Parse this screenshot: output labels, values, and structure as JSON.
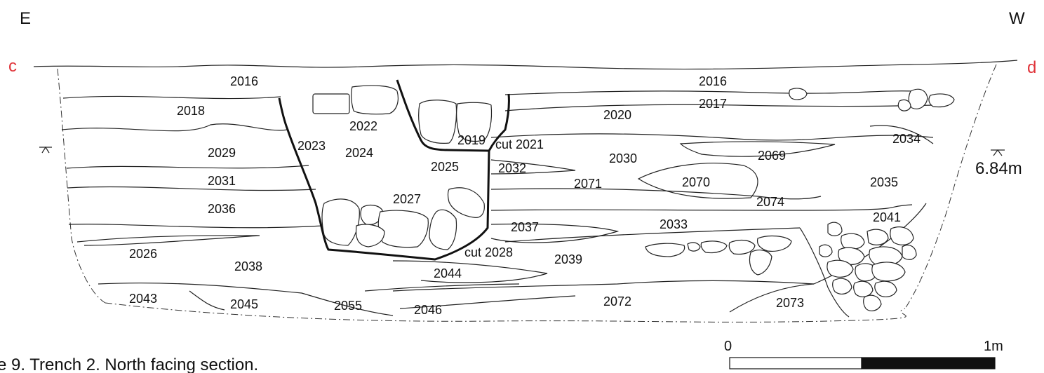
{
  "orientation": {
    "left": "E",
    "right": "W"
  },
  "section_points": {
    "left": "c",
    "right": "d"
  },
  "level": "6.84m",
  "caption": "e 9. Trench 2. North facing section.",
  "scale_bar": {
    "start": "0",
    "end": "1m"
  },
  "contexts": {
    "c2016a": "2016",
    "c2016b": "2016",
    "c2017": "2017",
    "c2018": "2018",
    "c2019": "2019",
    "c2020": "2020",
    "c2021": "cut 2021",
    "c2022": "2022",
    "c2023": "2023",
    "c2024": "2024",
    "c2025": "2025",
    "c2026": "2026",
    "c2027": "2027",
    "c2028": "cut 2028",
    "c2029": "2029",
    "c2030": "2030",
    "c2031": "2031",
    "c2032": "2032",
    "c2033": "2033",
    "c2034": "2034",
    "c2035": "2035",
    "c2036": "2036",
    "c2037": "2037",
    "c2038": "2038",
    "c2039": "2039",
    "c2041": "2041",
    "c2043": "2043",
    "c2044": "2044",
    "c2045": "2045",
    "c2046": "2046",
    "c2055": "2055",
    "c2069": "2069",
    "c2070": "2070",
    "c2071": "2071",
    "c2072": "2072",
    "c2073": "2073",
    "c2074": "2074"
  },
  "colors": {
    "section_marker": "#e0343a",
    "line": "#222222"
  }
}
